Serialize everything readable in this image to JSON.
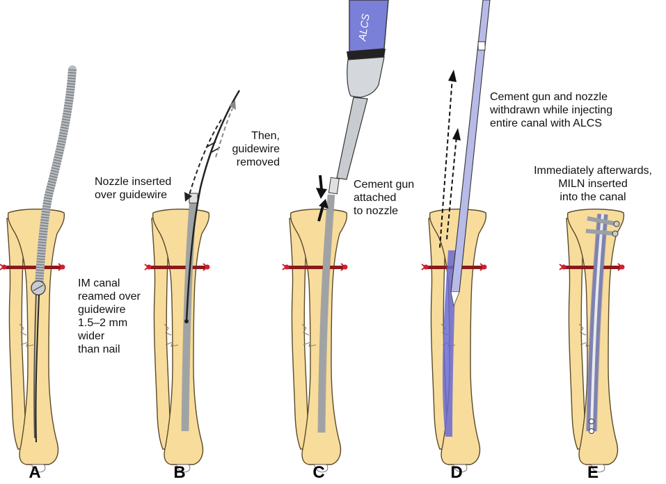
{
  "panels": [
    {
      "label": "A",
      "caption": [
        "IM canal",
        "reamed over",
        "guidewire",
        "1.5–2 mm",
        "wider",
        "than nail"
      ]
    },
    {
      "label": "B",
      "caption": [
        "Nozzle inserted",
        "over guidewire"
      ],
      "caption2": [
        "Then,",
        "guidewire",
        "removed"
      ]
    },
    {
      "label": "C",
      "caption": [
        "Cement gun",
        "attached",
        "to nozzle"
      ]
    },
    {
      "label": "D",
      "caption": [
        "Cement gun and nozzle",
        "withdrawn while injecting",
        "entire canal with ALCS"
      ]
    },
    {
      "label": "E",
      "caption": [
        "Immediately afterwards,",
        "MILN inserted",
        "into the canal"
      ]
    }
  ],
  "device_label": "ALCS",
  "colors": {
    "bone": "#f7dc9c",
    "bone_outline": "#5a4a2a",
    "fracture": "#8b1a1a",
    "cement": "#6a6ad0",
    "steel": "#c8ccd0"
  }
}
